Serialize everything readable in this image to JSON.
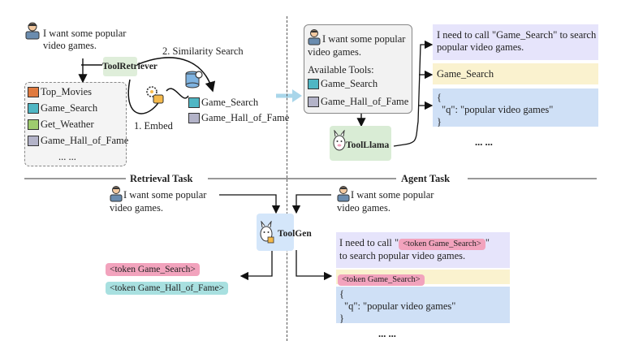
{
  "query_top_left": [
    "I want some popular",
    "video games."
  ],
  "tool_retriever": "ToolRetriever",
  "similarity_search": "2. Similarity Search",
  "embed": "1. Embed",
  "tool_list": [
    "Top_Movies",
    "Game_Search",
    "Get_Weather",
    "Game_Hall_of_Fame",
    "... ..."
  ],
  "retrieved": [
    "Game_Search",
    "Game_Hall_of_Fame"
  ],
  "agent_top": {
    "query": [
      "I want some popular",
      "video games."
    ],
    "available_tools_label": "Available Tools:",
    "tools": [
      "Game_Search",
      "Game_Hall_of_Fame"
    ],
    "model": "ToolLlama",
    "outputs": {
      "thought": [
        "I need to call \"Game_Search\" to search",
        "popular video games."
      ],
      "call": "Game_Search",
      "args": [
        "{",
        "\"q\": \"popular video games\"",
        "}"
      ],
      "more": "... ..."
    }
  },
  "sections": {
    "retrieval": "Retrieval Task",
    "agent": "Agent Task"
  },
  "bottom": {
    "query_left": [
      "I want some popular",
      "video games."
    ],
    "query_right": [
      "I want some popular",
      "video games."
    ],
    "model": "ToolGen",
    "tokens_left": [
      "<token    Game_Search>",
      "<token    Game_Hall_of_Fame>"
    ],
    "thought_pre": "I need to call  \"",
    "thought_token": "<token    Game_Search>",
    "thought_post": "\"",
    "thought_line2": "to search popular video games.",
    "call_token": "<token    Game_Search>",
    "args": [
      "{",
      "\"q\": \"popular video games\"",
      "}"
    ],
    "more": "... ..."
  },
  "colors": {
    "pink": "#f2a3bd",
    "cyan": "#a8e0e0",
    "lavender": "#e6e4fb",
    "yellow": "#faf2cf",
    "blue": "#cfe0f6",
    "green": "#d9ecd5",
    "toolgen": "#d4e6fa"
  }
}
